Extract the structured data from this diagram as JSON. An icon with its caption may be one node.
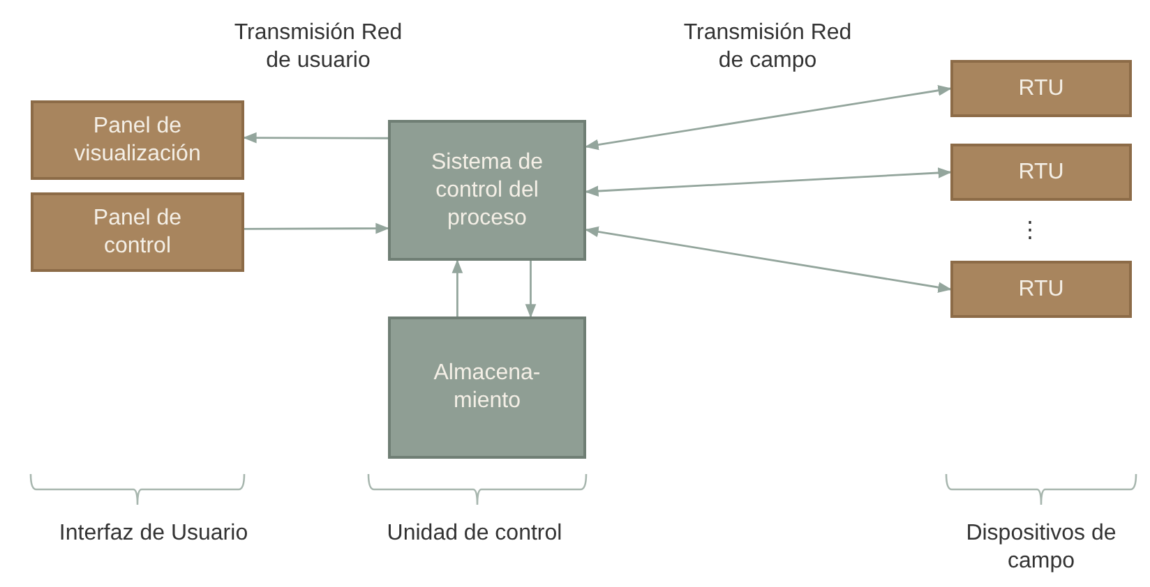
{
  "diagram": {
    "nodes": [
      {
        "text": [
          "Panel de visualización"
        ]
      },
      {
        "text": [
          "Panel de control"
        ]
      },
      {
        "text": [
          "Sistema de control del proceso"
        ]
      },
      {
        "text": [
          "Almacena- miento"
        ]
      },
      {
        "text": [
          "RTU"
        ]
      },
      {
        "text": [
          "RTU"
        ]
      },
      {
        "text": [
          "RTU"
        ]
      }
    ],
    "edges": [
      {
        "from": 2,
        "to": 0,
        "arrow": "to"
      },
      {
        "from": 1,
        "to": 2,
        "arrow": "to"
      },
      {
        "from": 2,
        "to": 4,
        "arrow": "both"
      },
      {
        "from": 2,
        "to": 5,
        "arrow": "both"
      },
      {
        "from": 2,
        "to": 6,
        "arrow": "both"
      },
      {
        "from": 3,
        "to": 2,
        "arrow": "to"
      },
      {
        "from": 2,
        "to": 3,
        "arrow": "to"
      }
    ],
    "labels": [
      "Transmisión Red de usuario",
      "Transmisión Red de campo",
      "⋮",
      "Interfaz de Usuario",
      "Unidad de control",
      "Dispositivos de campo"
    ]
  }
}
